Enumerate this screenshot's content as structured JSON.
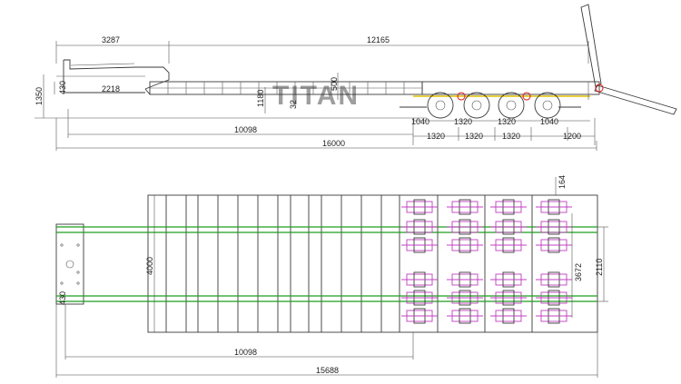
{
  "watermark": "TITAN",
  "colors": {
    "line": "#3a3a3a",
    "green_beam": "#1f9d1f",
    "magenta_suspension": "#c040c0",
    "red_marker": "#e02020",
    "yellow_axle": "#e0c000"
  },
  "side_view": {
    "dim_gooseneck_length": "3287",
    "dim_deck_length": "12165",
    "dim_overall_height": "1350",
    "dim_gooseneck_height": "430",
    "dim_gooseneck_deck": "2218",
    "dim_deck_height": "1180",
    "dim_axle_offset": "500",
    "dim_beam_height": "32",
    "dim_axle_spacings": [
      "1040",
      "1320",
      "1320",
      "1040"
    ],
    "dim_axle_spacings_lower": [
      "1320",
      "1320",
      "1320",
      "1200"
    ],
    "dim_main_deck": "10098",
    "dim_total_length": "16000"
  },
  "top_view": {
    "dim_deck_width": "4000",
    "dim_bolster": "164",
    "dim_inner_width": "3672",
    "dim_track": "2110",
    "dim_kingpin": "430",
    "dim_main_deck": "10098",
    "dim_total_length": "15688"
  }
}
